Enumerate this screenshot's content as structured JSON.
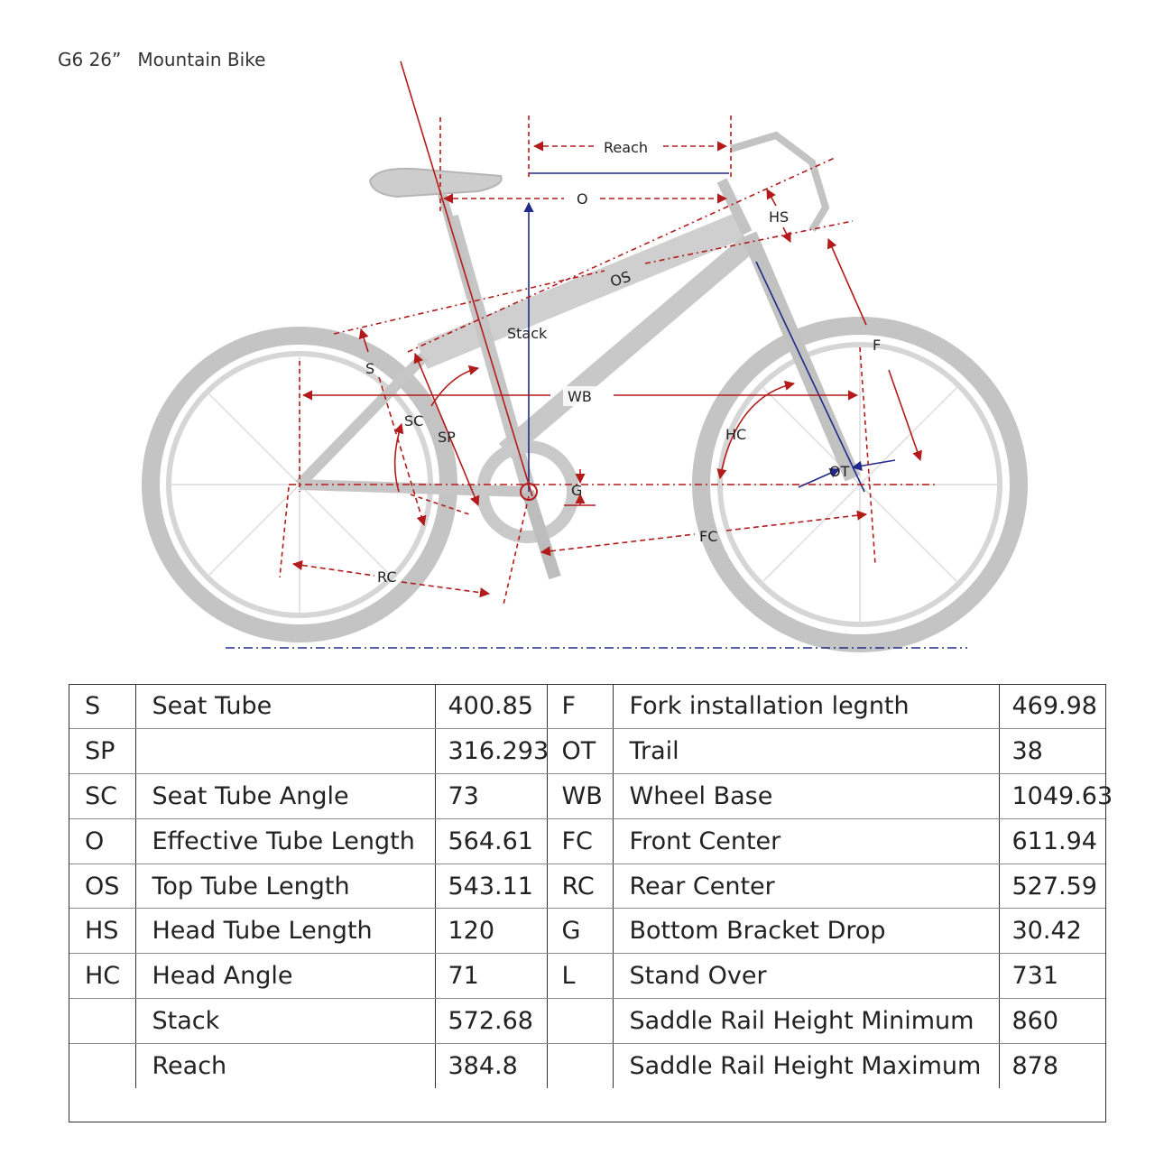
{
  "title": {
    "model": "G6 26”",
    "type": "Mountain Bike"
  },
  "diagram_labels": {
    "reach": "Reach",
    "o": "O",
    "hs": "HS",
    "os": "OS",
    "stack": "Stack",
    "s": "S",
    "f": "F",
    "wb": "WB",
    "sc": "SC",
    "sp": "SP",
    "hc": "HC",
    "ot": "OT",
    "g": "G",
    "fc": "FC",
    "rc": "RC"
  },
  "colors": {
    "dimension": "#b31b1b",
    "reference": "#1f2a8a",
    "bike": "#c9c9c9"
  },
  "geometry_table": {
    "rows": [
      {
        "code_left": "S",
        "name_left": "Seat Tube",
        "value_left": "400.85",
        "code_right": "F",
        "name_right": "Fork installation legnth",
        "value_right": "469.98"
      },
      {
        "code_left": "SP",
        "name_left": "",
        "value_left": "316.293",
        "code_right": "OT",
        "name_right": "Trail",
        "value_right": "38"
      },
      {
        "code_left": "SC",
        "name_left": "Seat Tube Angle",
        "value_left": "73",
        "code_right": "WB",
        "name_right": "Wheel Base",
        "value_right": "1049.63"
      },
      {
        "code_left": "O",
        "name_left": "Effective Tube Length",
        "value_left": "564.61",
        "code_right": "FC",
        "name_right": "Front Center",
        "value_right": "611.94"
      },
      {
        "code_left": "OS",
        "name_left": "Top Tube Length",
        "value_left": "543.11",
        "code_right": "RC",
        "name_right": "Rear Center",
        "value_right": "527.59"
      },
      {
        "code_left": "HS",
        "name_left": "Head Tube Length",
        "value_left": "120",
        "code_right": "G",
        "name_right": "Bottom Bracket Drop",
        "value_right": "30.42"
      },
      {
        "code_left": "HC",
        "name_left": "Head Angle",
        "value_left": "71",
        "code_right": "L",
        "name_right": "Stand Over",
        "value_right": "731"
      },
      {
        "code_left": "",
        "name_left": "Stack",
        "value_left": "572.68",
        "code_right": "",
        "name_right": "Saddle Rail Height Minimum",
        "value_right": "860"
      },
      {
        "code_left": "",
        "name_left": "Reach",
        "value_left": "384.8",
        "code_right": "",
        "name_right": "Saddle Rail Height Maximum",
        "value_right": "878"
      }
    ]
  }
}
